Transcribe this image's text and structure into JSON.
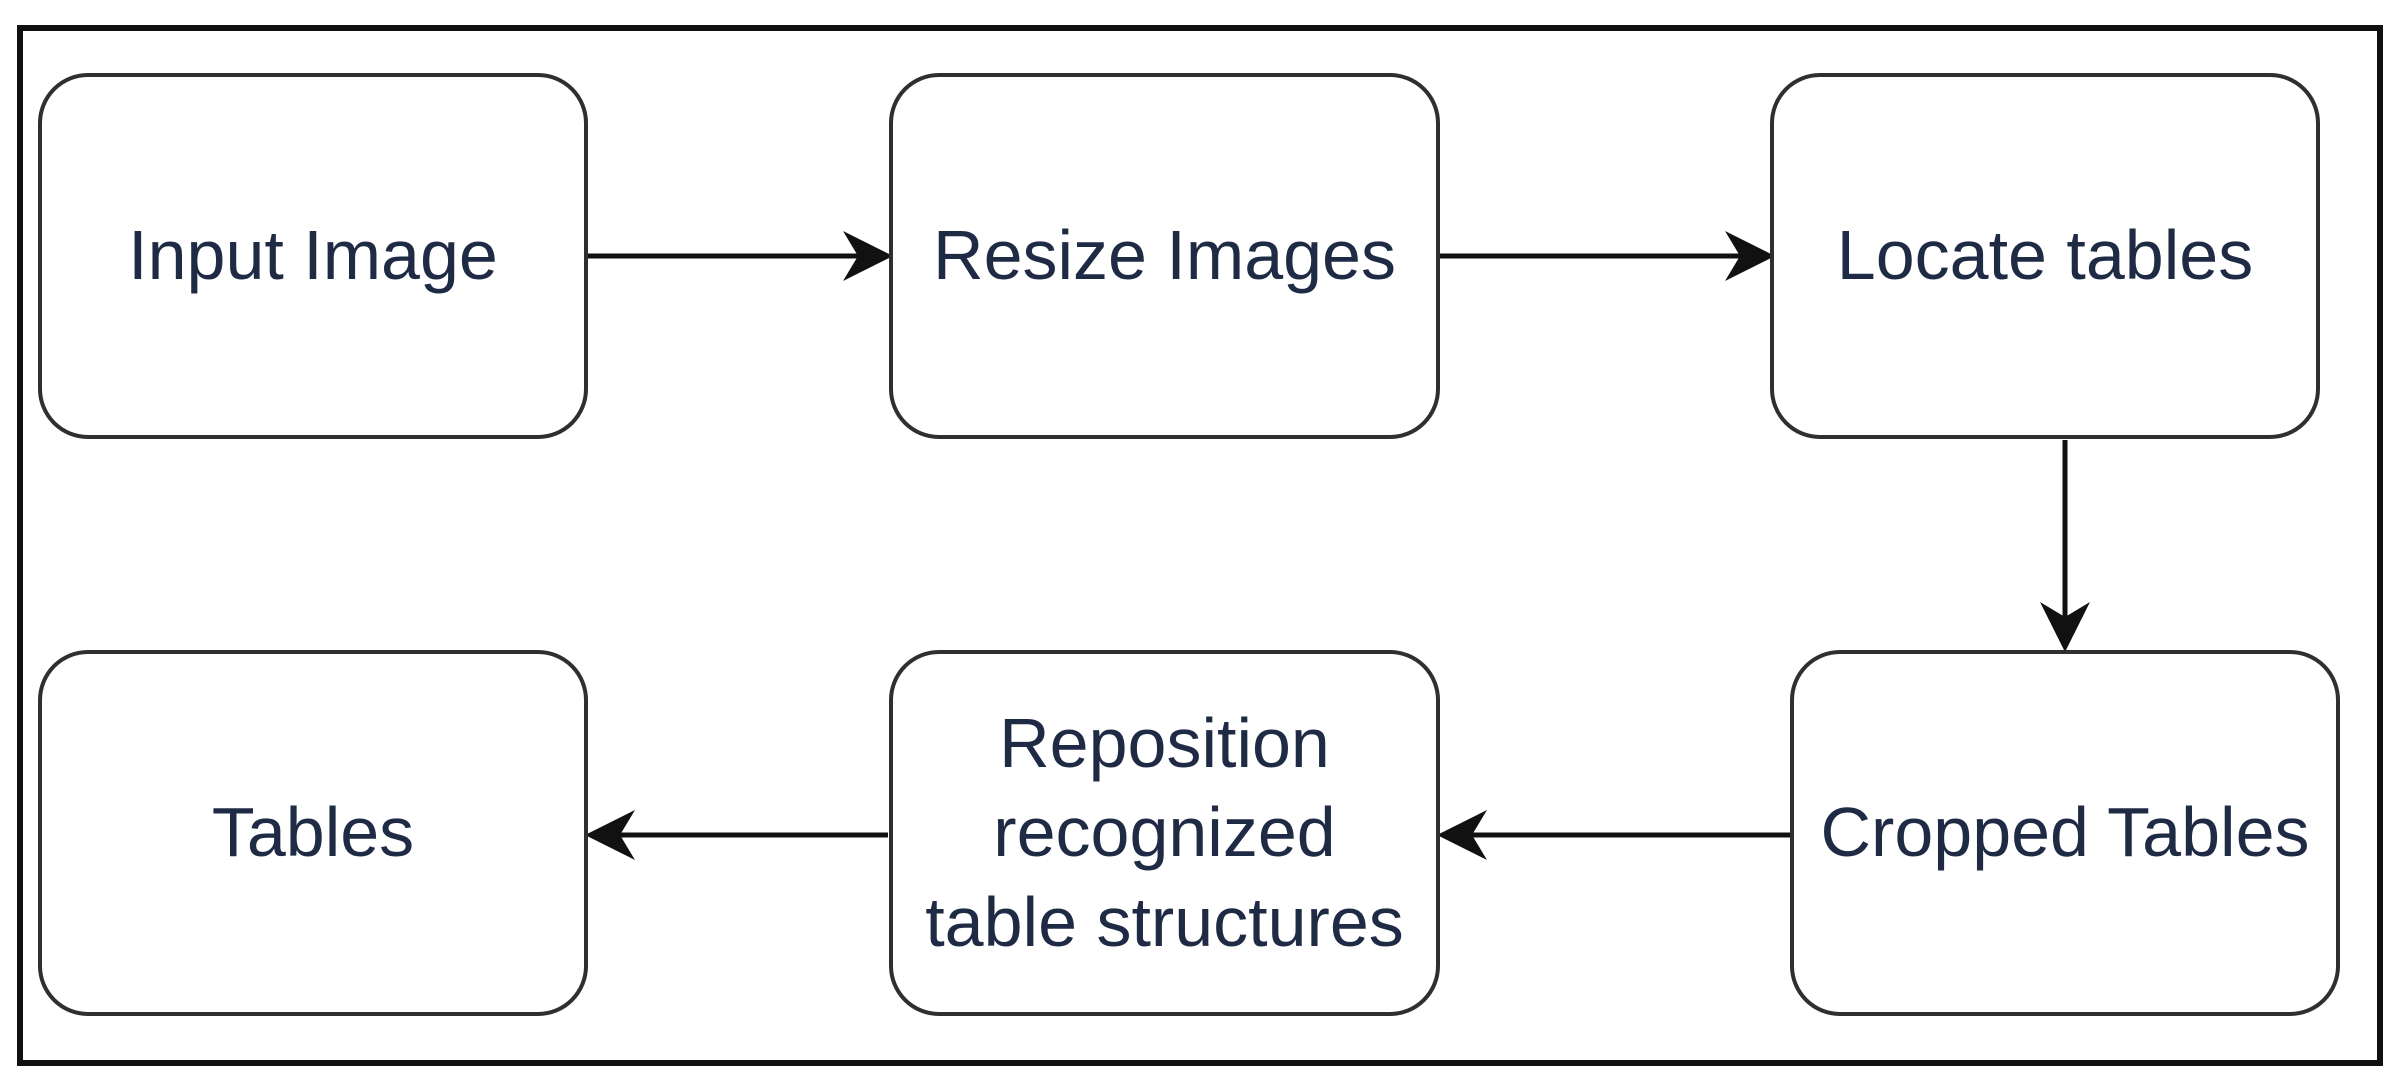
{
  "diagram": {
    "nodes": {
      "input_image": "Input Image",
      "resize_images": "Resize Images",
      "locate_tables": "Locate tables",
      "cropped_tables": "Cropped Tables",
      "reposition_lines": [
        "Reposition",
        "recognized",
        "table structures"
      ],
      "tables": "Tables"
    },
    "edges": [
      {
        "from": "Input Image",
        "to": "Resize Images"
      },
      {
        "from": "Resize Images",
        "to": "Locate tables"
      },
      {
        "from": "Locate tables",
        "to": "Cropped Tables"
      },
      {
        "from": "Cropped Tables",
        "to": "Reposition recognized table structures"
      },
      {
        "from": "Reposition recognized table structures",
        "to": "Tables"
      }
    ],
    "colors": {
      "border": "#2f2f2f",
      "text": "#1f2a44",
      "arrow": "#111111"
    }
  }
}
